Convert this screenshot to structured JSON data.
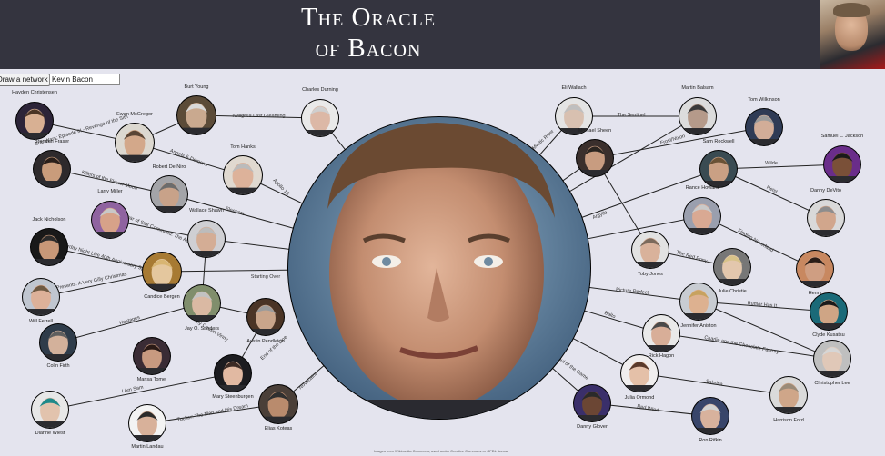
{
  "header": {
    "title_line1": "The Oracle",
    "title_line2": "of Bacon"
  },
  "controls": {
    "draw_button": "Draw a network for",
    "actor_value": "Kevin Bacon"
  },
  "credit": "Images from Wikimedia Commons, used under Creative Commons or GFDL license",
  "center": {
    "name": "Kevin Bacon"
  },
  "nodes": [
    {
      "id": "hayden",
      "label": "Hayden Christensen",
      "skin": "#d8b093",
      "hair": "#4a3526",
      "bg": "#2c2438"
    },
    {
      "id": "ewan",
      "label": "Ewan McGregor",
      "skin": "#d3a88a",
      "hair": "#5a4535",
      "bg": "#dcd8d0"
    },
    {
      "id": "burt",
      "label": "Burt Young",
      "skin": "#c9a98f",
      "hair": "#d9d9d9",
      "bg": "#5b4b38"
    },
    {
      "id": "durning",
      "label": "Charles Durning",
      "skin": "#dcb8a6",
      "hair": "#cfcfcf",
      "bg": "#e9e9e9"
    },
    {
      "id": "fraser",
      "label": "Brendan Fraser",
      "skin": "#c99c7b",
      "hair": "#2a1f1a",
      "bg": "#2e2a2c"
    },
    {
      "id": "hanks",
      "label": "Tom Hanks",
      "skin": "#ddb29a",
      "hair": "#bbbbbb",
      "bg": "#e0d9d0"
    },
    {
      "id": "deniro",
      "label": "Robert De Niro",
      "skin": "#c8a289",
      "hair": "#6c6c6c",
      "bg": "#a3a4a8"
    },
    {
      "id": "miller",
      "label": "Larry Miller",
      "skin": "#d7a289",
      "hair": "#c8c8c8",
      "bg": "#8f63a0"
    },
    {
      "id": "shawn",
      "label": "Wallace Shawn",
      "skin": "#d4ad95",
      "hair": "#bcbcbc",
      "bg": "#cfcfd3"
    },
    {
      "id": "nicholson",
      "label": "Jack Nicholson",
      "skin": "#c89878",
      "hair": "#2b2b2b",
      "bg": "#191919"
    },
    {
      "id": "bergen",
      "label": "Candice Bergen",
      "skin": "#e4c79e",
      "hair": "#d8b572",
      "bg": "#a77a33"
    },
    {
      "id": "ferrell",
      "label": "Will Ferrell",
      "skin": "#ddb199",
      "hair": "#6f5a43",
      "bg": "#c0c6d0"
    },
    {
      "id": "sanders",
      "label": "Jay O. Sanders",
      "skin": "#dab9a3",
      "hair": "#c2c2c2",
      "bg": "#808e6c"
    },
    {
      "id": "pendleton",
      "label": "Austin Pendleton",
      "skin": "#c9a58b",
      "hair": "#9b9b9b",
      "bg": "#4a3426"
    },
    {
      "id": "firth",
      "label": "Colin Firth",
      "skin": "#d3b19b",
      "hair": "#5f5f5f",
      "bg": "#2f3c4a"
    },
    {
      "id": "tomei",
      "label": "Marisa Tomei",
      "skin": "#c89a80",
      "hair": "#2a1a16",
      "bg": "#3a2c35"
    },
    {
      "id": "steenburgen",
      "label": "Mary Steenburgen",
      "skin": "#e1b9a2",
      "hair": "#3b2a24",
      "bg": "#1c1c20"
    },
    {
      "id": "wiest",
      "label": "Dianne Wiest",
      "skin": "#e2c3ad",
      "hair": "#1f8a8a",
      "bg": "#e7e7e7"
    },
    {
      "id": "landau",
      "label": "Martin Landau",
      "skin": "#d8b19a",
      "hair": "#2b2b2b",
      "bg": "#f3f3f3"
    },
    {
      "id": "koteas",
      "label": "Elias Koteas",
      "skin": "#b98b6d",
      "hair": "#2f2f2f",
      "bg": "#4a3f38"
    },
    {
      "id": "wallach",
      "label": "Eli Wallach",
      "skin": "#d8c0b0",
      "hair": "#bfbfbf",
      "bg": "#e4e4e4"
    },
    {
      "id": "balsam",
      "label": "Martin Balsam",
      "skin": "#b59a8a",
      "hair": "#3a3a3a",
      "bg": "#dcdcdc"
    },
    {
      "id": "wilkinson",
      "label": "Tom Wilkinson",
      "skin": "#d2ad98",
      "hair": "#9a9a9a",
      "bg": "#2f3b55"
    },
    {
      "id": "sheen",
      "label": "Michael Sheen",
      "skin": "#c89c80",
      "hair": "#2b2520",
      "bg": "#3a2f2c"
    },
    {
      "id": "rockwell",
      "label": "Sam Rockwell",
      "skin": "#caa084",
      "hair": "#6a5236",
      "bg": "#3a4b52"
    },
    {
      "id": "jackson",
      "label": "Samuel L. Jackson",
      "skin": "#7a5038",
      "hair": "#1a1a1a",
      "bg": "#6a2d8a"
    },
    {
      "id": "howard",
      "label": "Rance Howard",
      "skin": "#d9a993",
      "hair": "#c9c9c9",
      "bg": "#9a9fae"
    },
    {
      "id": "devito",
      "label": "Danny DeVito",
      "skin": "#d1a68c",
      "hair": "#8d8d8d",
      "bg": "#d9d9d9"
    },
    {
      "id": "jones",
      "label": "Toby Jones",
      "skin": "#d9b29b",
      "hair": "#7b6a5c",
      "bg": "#e2e2e2"
    },
    {
      "id": "christie",
      "label": "Julie Christie",
      "skin": "#e3c7ad",
      "hair": "#d7c289",
      "bg": "#777777"
    },
    {
      "id": "henry",
      "label": "Henry",
      "skin": "#cf9e82",
      "hair": "#2a1d17",
      "bg": "#c88860"
    },
    {
      "id": "aniston",
      "label": "Jennifer Aniston",
      "skin": "#ddb190",
      "hair": "#c7a25f",
      "bg": "#c8ccd2"
    },
    {
      "id": "takei",
      "label": "Clyde Kusatsu",
      "skin": "#cfa585",
      "hair": "#1a1a1a",
      "bg": "#1a6a78"
    },
    {
      "id": "hagon",
      "label": "Rick Hagon",
      "skin": "#d8ae98",
      "hair": "#4a4a4a",
      "bg": "#e9e9e9"
    },
    {
      "id": "lee",
      "label": "Christopher Lee",
      "skin": "#e0c8b8",
      "hair": "#d6d6d6",
      "bg": "#bfbfbf"
    },
    {
      "id": "ormond",
      "label": "Julia Ormond",
      "skin": "#e4c0a8",
      "hair": "#5a3a2b",
      "bg": "#f0eeee"
    },
    {
      "id": "ford",
      "label": "Harrison Ford",
      "skin": "#cfa689",
      "hair": "#9a8b78",
      "bg": "#dadada"
    },
    {
      "id": "glover",
      "label": "Danny Glover",
      "skin": "#6b4634",
      "hair": "#2a2a2a",
      "bg": "#3a2f6a"
    },
    {
      "id": "rifkin",
      "label": "Ron Rifkin",
      "skin": "#d8b29d",
      "hair": "#d2d2d2",
      "bg": "#38456a"
    }
  ],
  "edges": [
    {
      "label": "Star Wars: Episode III - Revenge of the Sith"
    },
    {
      "label": "Twilight's Last Gleaming"
    },
    {
      "label": "Angels & Demons"
    },
    {
      "label": "Killers of the Flower Moon"
    },
    {
      "label": "Apollo 13"
    },
    {
      "label": "Sleepers"
    },
    {
      "label": "Buzz Lightyear of Star Command: The Adventure Begins"
    },
    {
      "label": "Saturday Night Live 40th Anniversary Special"
    },
    {
      "label": "SNL Presents: A Very Gilly Christmas"
    },
    {
      "label": "Starting Over"
    },
    {
      "label": "Hostages"
    },
    {
      "label": "My Cousin Vinny"
    },
    {
      "label": "End of the Line"
    },
    {
      "label": "I Am Sam"
    },
    {
      "label": "Tucker: The Man and His Dream"
    },
    {
      "label": "Novocaine"
    },
    {
      "label": "Mystic River"
    },
    {
      "label": "The Sentinel"
    },
    {
      "label": "Frost/Nixon"
    },
    {
      "label": "Wilde"
    },
    {
      "label": "Argylle"
    },
    {
      "label": "Heist"
    },
    {
      "label": "Finding Neverland"
    },
    {
      "label": "The Red Pony"
    },
    {
      "label": "Picture Perfect"
    },
    {
      "label": "Rumor Has It..."
    },
    {
      "label": "Balto"
    },
    {
      "label": "Charlie and the Chocolate Factory"
    },
    {
      "label": "Sabrina"
    },
    {
      "label": "Soul of the Game"
    },
    {
      "label": "Red Wind"
    }
  ]
}
